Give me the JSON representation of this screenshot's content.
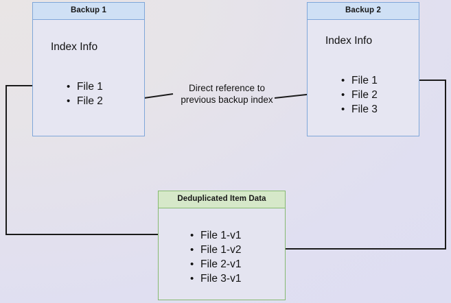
{
  "diagram": {
    "title_hidden": "",
    "colors": {
      "blue_border": "#7ea6d9",
      "blue_header_fill": "#cfe0f5",
      "green_border": "#85b96f",
      "green_header_fill": "#d6e8c9",
      "body_fill": "#e6e6f2",
      "line": "#1a1a1a",
      "background_from": "#e9e5e5",
      "background_to": "#dedef2"
    },
    "nodes": {
      "backup1": {
        "header": "Backup 1",
        "body_title": "Index Info",
        "items": [
          "File 1",
          "File 2"
        ]
      },
      "backup2": {
        "header": "Backup 2",
        "body_title": "Index Info",
        "items": [
          "File 1",
          "File 2",
          "File 3"
        ]
      },
      "dedup": {
        "header": "Deduplicated Item Data",
        "items": [
          "File 1-v1",
          "File 1-v2",
          "File 2-v1",
          "File 3-v1"
        ]
      }
    },
    "caption": {
      "line1": "Direct reference to",
      "line2": "previous backup index"
    },
    "connectors": [
      {
        "name": "backup2-index-to-backup1-index",
        "from": "backup2.items.File 2",
        "to": "backup1.items.File 2",
        "label": "Direct reference to previous backup index",
        "arrow": "end"
      },
      {
        "name": "backup1-index-to-dedup-file1v1",
        "from": "backup1.items.File 1",
        "to": "dedup.items.File 1-v1",
        "arrow": "end"
      },
      {
        "name": "backup2-index-to-dedup-file1v2",
        "from": "backup2.items.File 1",
        "to": "dedup.items.File 1-v2",
        "arrow": "end"
      }
    ]
  }
}
